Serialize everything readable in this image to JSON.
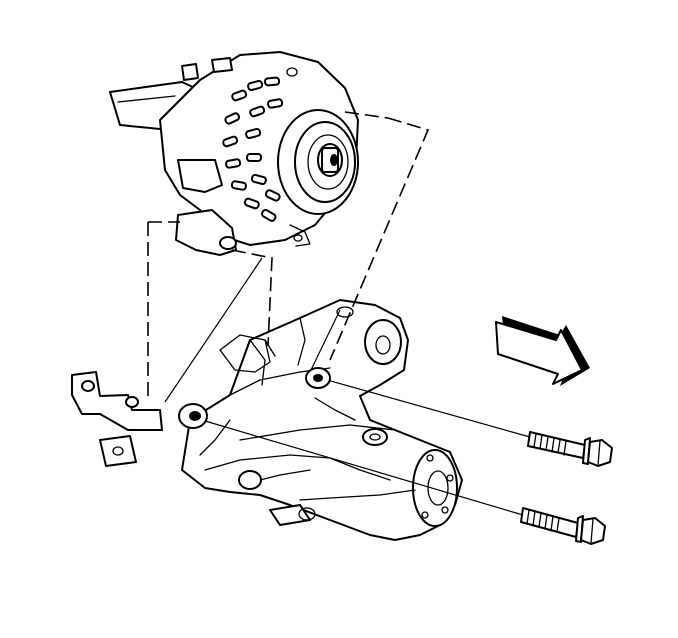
{
  "diagram": {
    "parts": [
      {
        "id": "generator",
        "icon": "generator-icon"
      },
      {
        "id": "mounting-bracket",
        "icon": "bracket-icon"
      },
      {
        "id": "spacer",
        "icon": "spacer-icon"
      },
      {
        "id": "upper-bolt",
        "icon": "bolt-icon"
      },
      {
        "id": "lower-bolt",
        "icon": "bolt-icon"
      },
      {
        "id": "engine-block",
        "icon": "engine-bracket-icon"
      },
      {
        "id": "front-arrow",
        "icon": "direction-arrow-icon"
      }
    ],
    "colors": {
      "ink": "#000000",
      "paper": "#ffffff"
    }
  }
}
